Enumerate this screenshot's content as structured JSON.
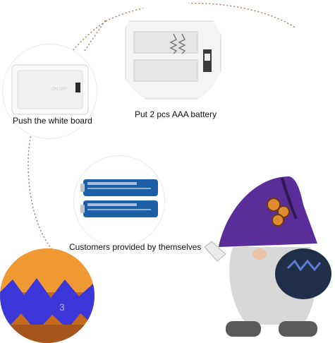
{
  "captions": {
    "step1": "Push the white board",
    "step2": "Put 2 pcs AAA battery",
    "step3": "Customers provided by themselves"
  },
  "colors": {
    "dashed_curve": "#9a7c5a",
    "gnome_hat": "#5a2d99",
    "gnome_beard": "#dcdcdc",
    "pumpkin": "#1f2f4a",
    "battery": "#1d5fa6",
    "light_orange": "#f09a36",
    "light_blue": "#3a36d8"
  },
  "icons": {
    "board": "battery-case-board-icon",
    "compartment": "battery-compartment-icon",
    "batteries": "aaa-battery-icon",
    "light": "pumpkin-light-icon",
    "gnome": "gnome-figure-icon"
  }
}
